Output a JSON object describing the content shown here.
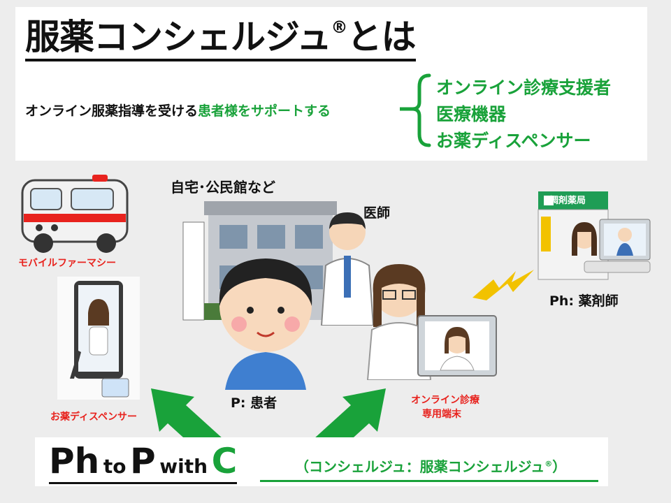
{
  "header": {
    "title": "服薬コンシェルジュ",
    "title_mark": "®",
    "title_suffix": "とは"
  },
  "lead": {
    "prefix": "オンライン服薬指導を受ける",
    "highlight": "患者様をサポートする"
  },
  "options": [
    "オンライン診療支援者",
    "医療機器",
    "お薬ディスペンサー"
  ],
  "labels": {
    "location": "自宅･公民館など",
    "doctor": "医師",
    "pharmacy_sign": "調剤薬局",
    "pharmacist": "Ph:  薬剤師",
    "mobile_pharmacy": "モバイルファーマシー",
    "dispenser": "お薬ディスペンサー",
    "patient": "P:  患者",
    "terminal_line1": "オンライン診療",
    "terminal_line2": "専用端末"
  },
  "formula": {
    "ph": "Ph",
    "to": "to",
    "p": "P",
    "with": "with",
    "c": "C",
    "explanation": "（コンシェルジュ：服薬コンシェルジュ",
    "mark": "®",
    "close": "）"
  },
  "colors": {
    "accent_green": "#19a23a",
    "accent_red": "#e8231e",
    "lightning": "#f2c200"
  }
}
